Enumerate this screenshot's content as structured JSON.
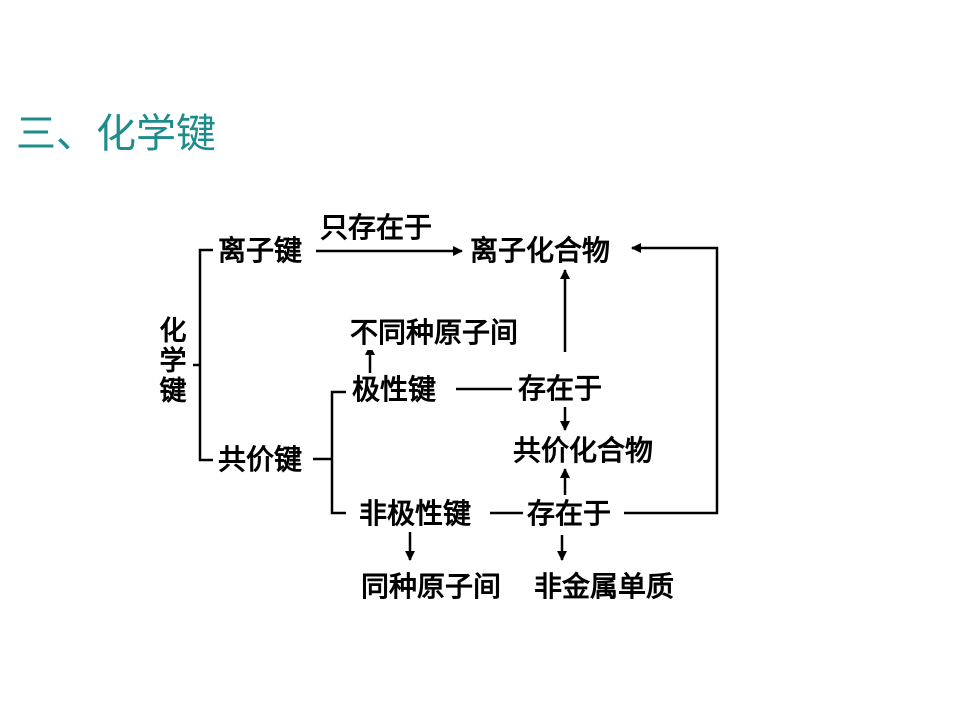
{
  "colors": {
    "title": "#1E8C8C",
    "text": "#000000",
    "line": "#000000"
  },
  "slide": {
    "title": "三、化学键"
  },
  "diagram": {
    "root": "化学键",
    "ionic_bond": "离子键",
    "ionic_exists_in": "只存在于",
    "ionic_compound": "离子化合物",
    "covalent_bond": "共价键",
    "polar_bond": "极性键",
    "polar_exists_in": "存在于",
    "between_different_atoms": "不同种原子间",
    "covalent_compound": "共价化合物",
    "nonpolar_bond": "非极性键",
    "nonpolar_exists_in": "存在于",
    "between_same_atoms": "同种原子间",
    "nonmetal_element": "非金属单质"
  }
}
